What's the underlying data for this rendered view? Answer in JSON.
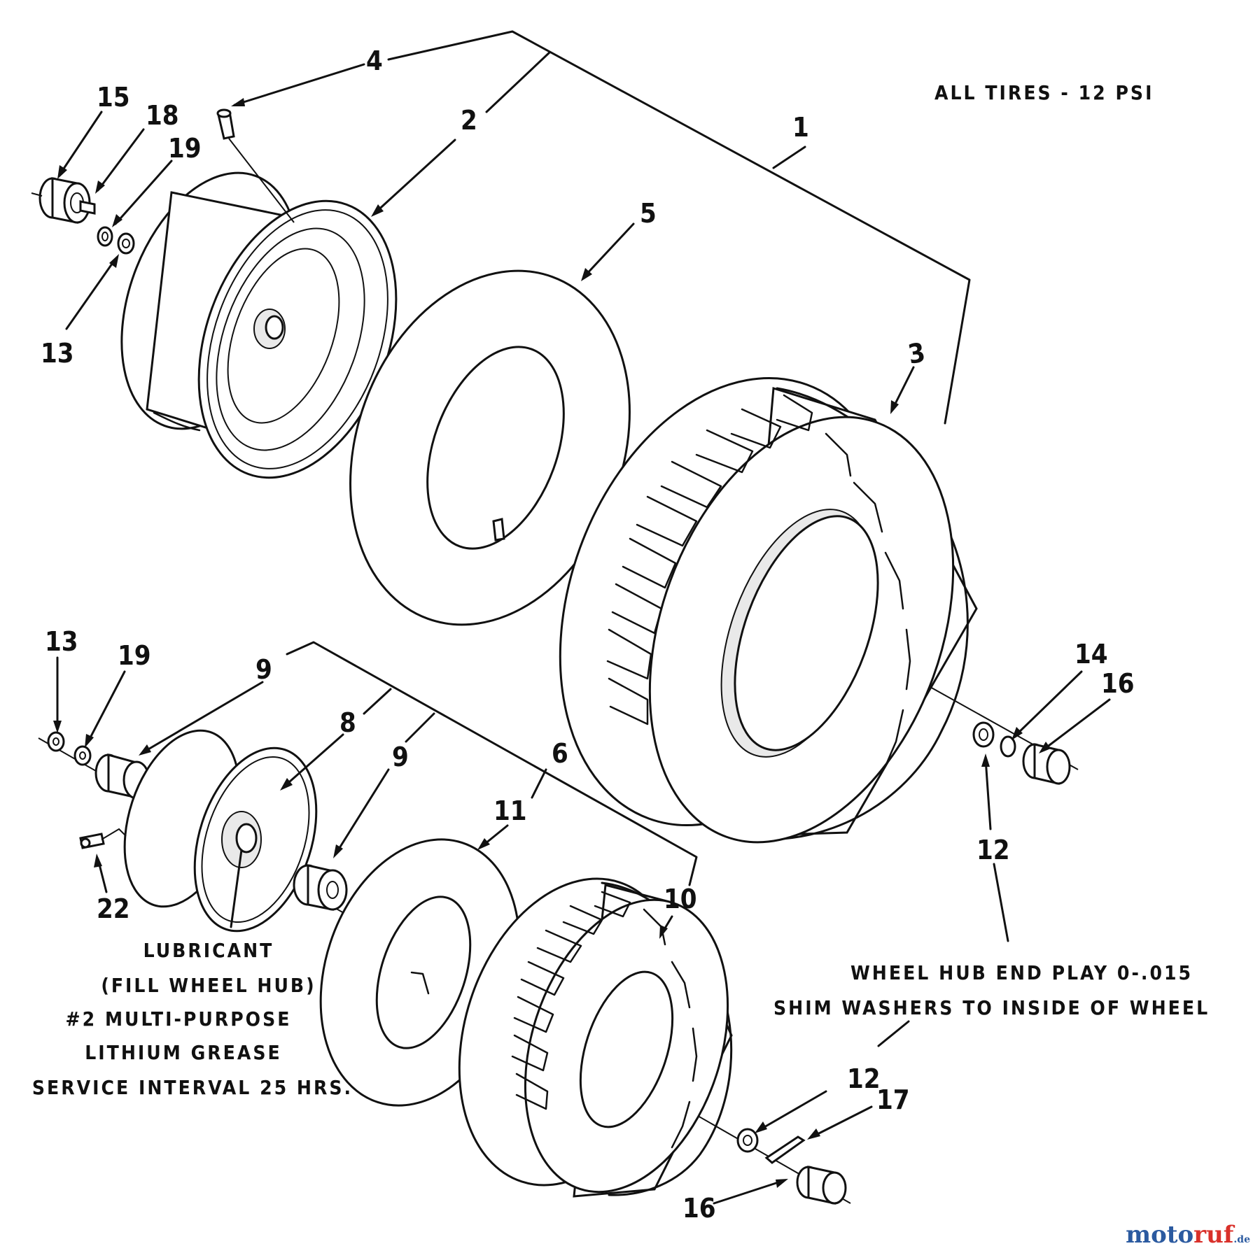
{
  "callouts": {
    "n1": "1",
    "n2": "2",
    "n3": "3",
    "n4": "4",
    "n5": "5",
    "n6": "6",
    "n8": "8",
    "n9a": "9",
    "n9b": "9",
    "n10": "10",
    "n11": "11",
    "n12a": "12",
    "n12b": "12",
    "n13a": "13",
    "n13b": "13",
    "n14": "14",
    "n15": "15",
    "n16a": "16",
    "n16b": "16",
    "n17": "17",
    "n18": "18",
    "n19a": "19",
    "n19b": "19",
    "n22": "22"
  },
  "notes": {
    "tire_pressure": "ALL TIRES - 12 PSI",
    "lubricant": [
      "LUBRICANT",
      "(FILL WHEEL HUB)",
      "#2 MULTI-PURPOSE",
      "LITHIUM GREASE",
      "SERVICE INTERVAL 25 HRS."
    ],
    "end_play": [
      "WHEEL HUB END PLAY 0-.015",
      "SHIM WASHERS TO INSIDE OF WHEEL"
    ]
  },
  "watermark": {
    "part1": "moto",
    "part2": "ruf",
    "part3": ".de"
  }
}
